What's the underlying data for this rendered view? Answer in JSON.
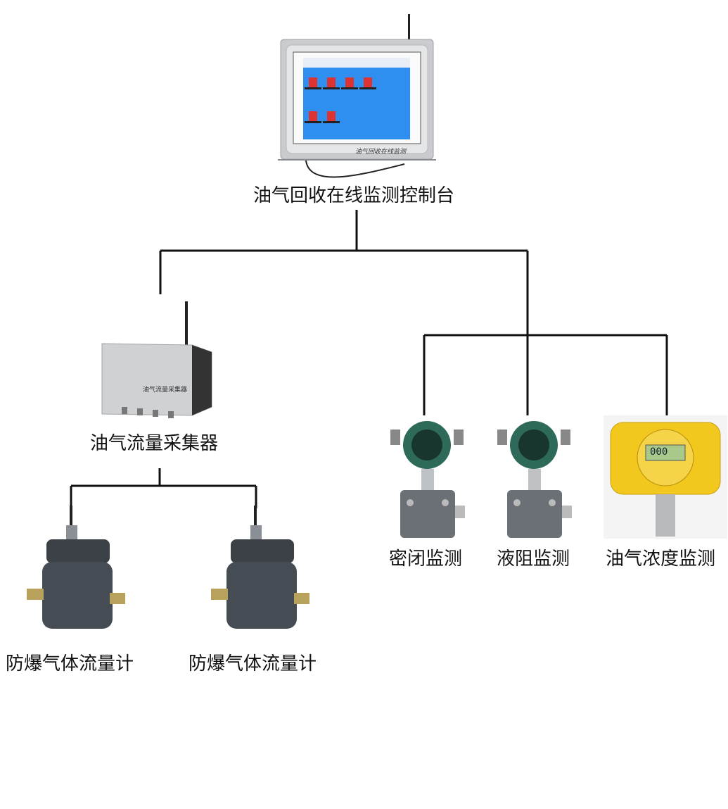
{
  "colors": {
    "line": "#111111",
    "panel_silver": "#d9dadc",
    "screen_blue": "#2f8ff0",
    "device_grey": "#4a4f55",
    "gauge_green": "#2e6a5a",
    "detector_yellow": "#f2c81e"
  },
  "console": {
    "label": "油气回收在线监测控制台",
    "bezel_text": "油气回收在线监测",
    "icon": "touch-panel-console-icon"
  },
  "collector": {
    "label": "油气流量采集器",
    "box_text": "油气流量采集器",
    "icon": "data-collector-box-icon"
  },
  "flowmeters": [
    {
      "label": "防爆气体流量计",
      "icon": "explosion-proof-flowmeter-icon"
    },
    {
      "label": "防爆气体流量计",
      "icon": "explosion-proof-flowmeter-icon"
    }
  ],
  "sensors": [
    {
      "label": "密闭监测",
      "icon": "pressure-transmitter-icon"
    },
    {
      "label": "液阻监测",
      "icon": "pressure-transmitter-icon"
    },
    {
      "label": "油气浓度监测",
      "icon": "gas-detector-icon",
      "display": "000"
    }
  ]
}
